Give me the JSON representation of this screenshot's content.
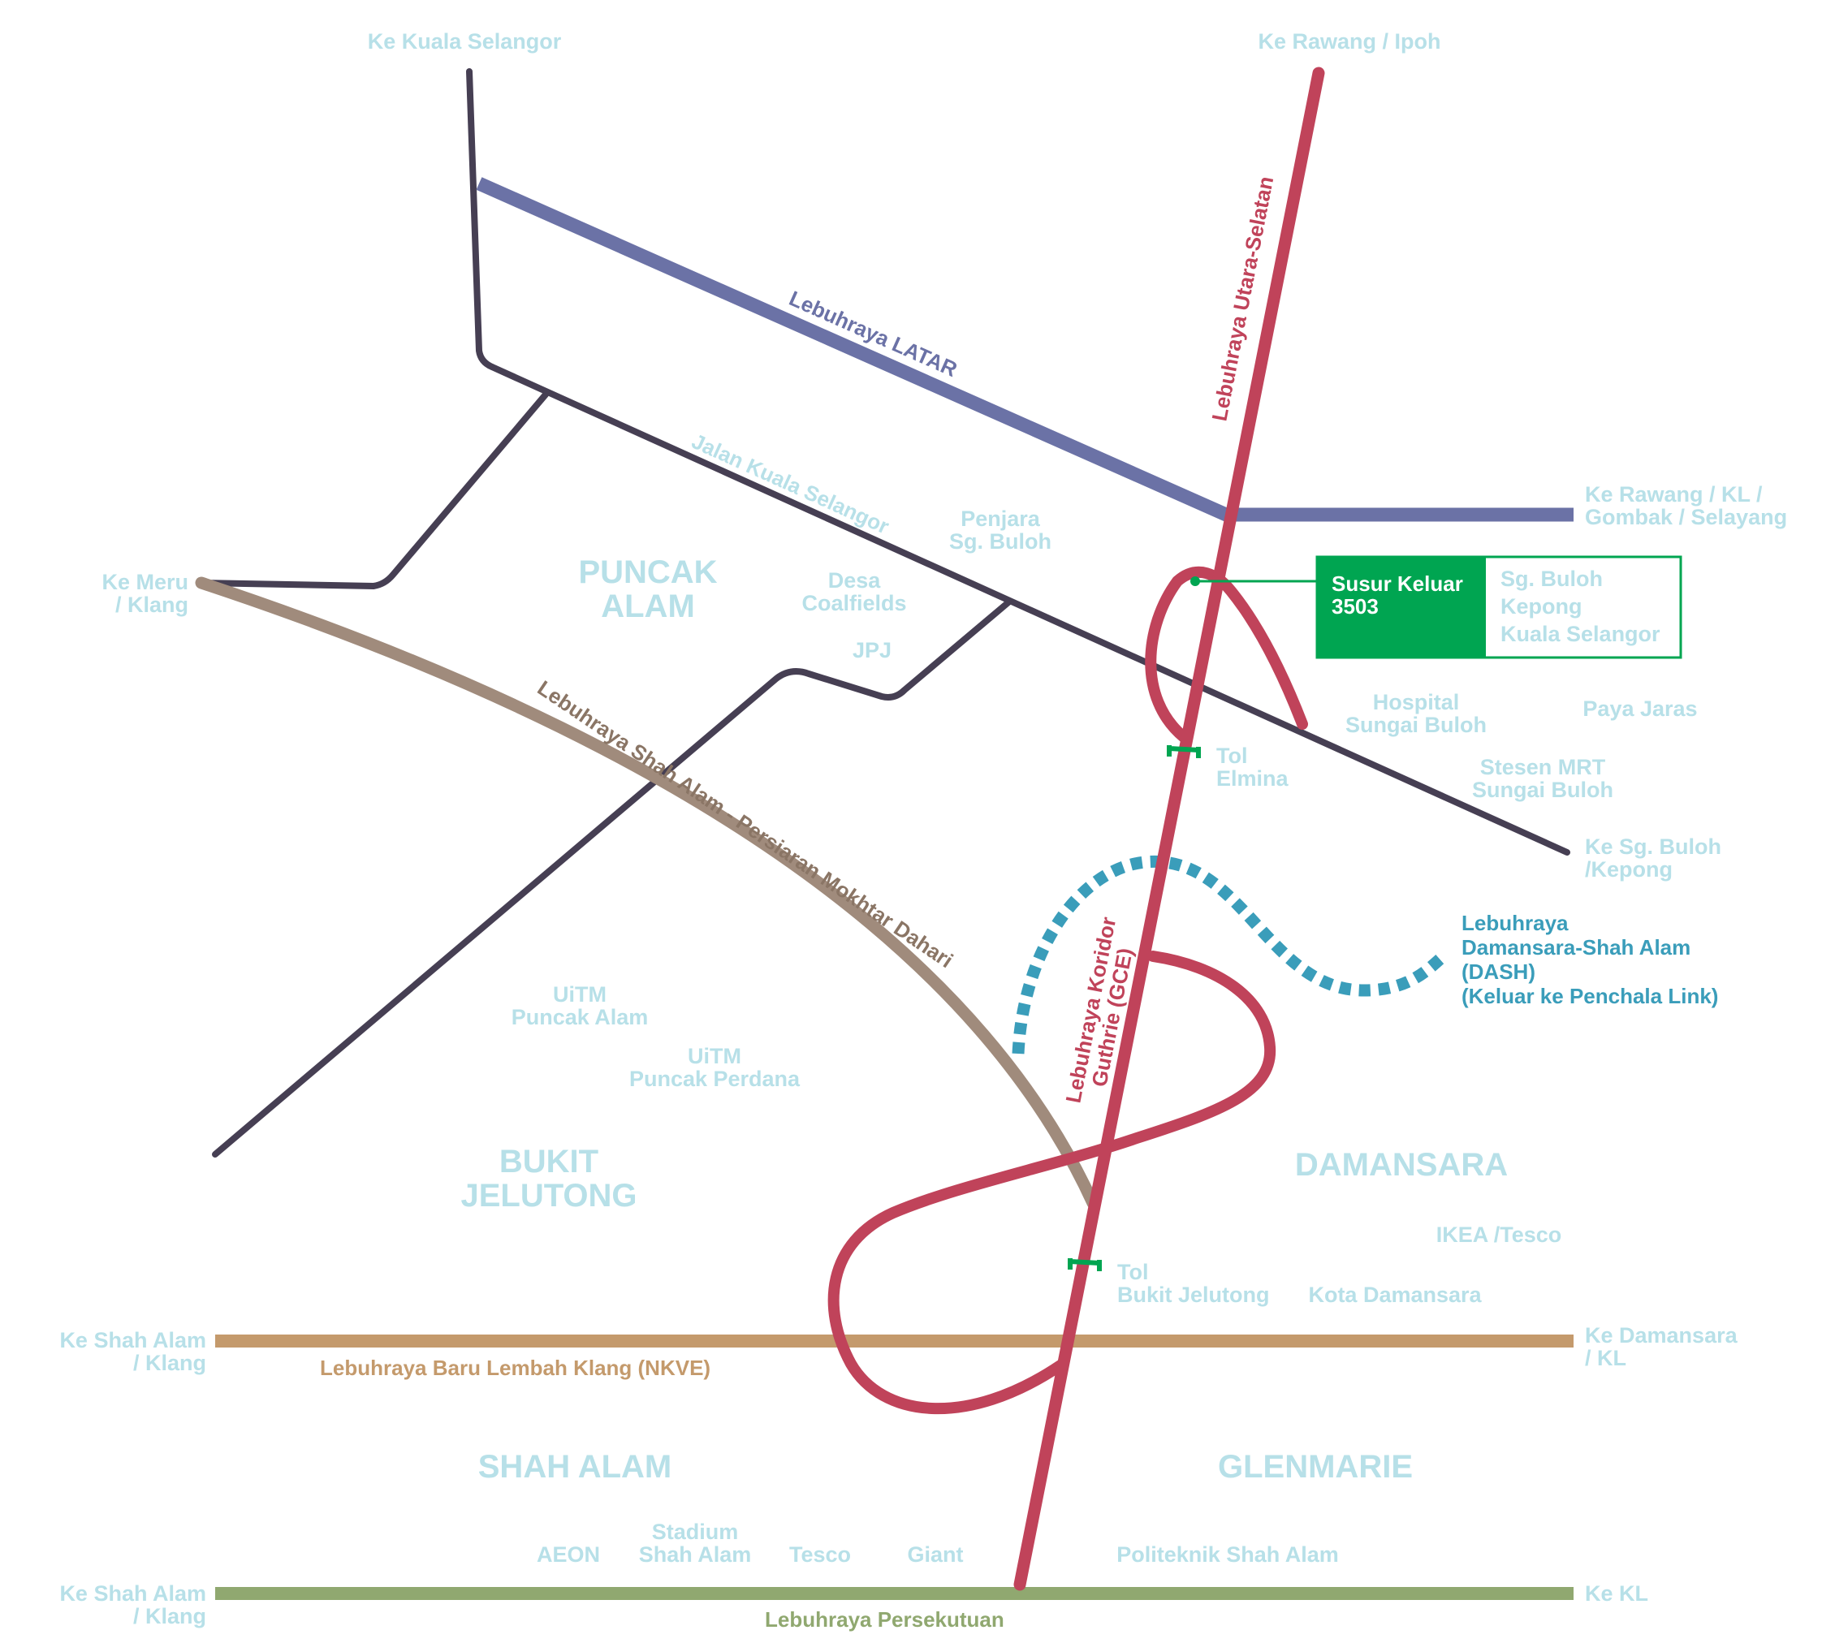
{
  "colors": {
    "utara_selatan": "#c0435a",
    "latar": "#6b72a6",
    "local_road": "#463f53",
    "shah_alam_highway": "#a08b7c",
    "nkve": "#c49a6c",
    "persekutuan": "#90a870",
    "dash": "#3a9dba",
    "exit_green": "#00a551",
    "place_label": "#b7e0e8"
  },
  "directions": {
    "kuala_selangor": "Ke Kuala Selangor",
    "rawang_ipoh": "Ke Rawang / Ipoh",
    "rawang_kl_1": "Ke Rawang / KL /",
    "rawang_kl_2": "Gombak / Selayang",
    "meru_1": "Ke Meru",
    "meru_2": "/ Klang",
    "sg_buloh_1": "Ke Sg. Buloh",
    "sg_buloh_2": "/Kepong",
    "shah_alam_nkve_1": "Ke Shah Alam",
    "shah_alam_nkve_2": "/ Klang",
    "damansara_1": "Ke Damansara",
    "damansara_2": "/ KL",
    "shah_alam_fed_1": "Ke Shah Alam",
    "shah_alam_fed_2": "/ Klang",
    "kl": "Ke KL"
  },
  "roads": {
    "latar": "Lebuhraya LATAR",
    "utara_selatan": "Lebuhraya Utara-Selatan",
    "jalan_kuala_selangor": "Jalan Kuala Selangor",
    "shah_alam_highway": "Lebuhraya Shah Alam - Persiaran Mokhtar Dahari",
    "gce_1": "Lebuhraya Koridor",
    "gce_2": "Guthrie (GCE)",
    "nkve": "Lebuhraya Baru Lembah Klang (NKVE)",
    "persekutuan": "Lebuhraya Persekutuan",
    "dash_1": "Lebuhraya",
    "dash_2": "Damansara-Shah Alam",
    "dash_3": "(DASH)",
    "dash_4": "(Keluar ke Penchala Link)"
  },
  "areas": {
    "puncak_alam_1": "PUNCAK",
    "puncak_alam_2": "ALAM",
    "bukit_jelutong_1": "BUKIT",
    "bukit_jelutong_2": "JELUTONG",
    "damansara": "DAMANSARA",
    "shah_alam": "SHAH ALAM",
    "glenmarie": "GLENMARIE"
  },
  "places": {
    "penjara_1": "Penjara",
    "penjara_2": "Sg. Buloh",
    "desa_1": "Desa",
    "desa_2": "Coalfields",
    "jpj": "JPJ",
    "hospital_1": "Hospital",
    "hospital_2": "Sungai Buloh",
    "paya_jaras": "Paya Jaras",
    "mrt_1": "Stesen MRT",
    "mrt_2": "Sungai Buloh",
    "uitm_pa_1": "UiTM",
    "uitm_pa_2": "Puncak Alam",
    "uitm_pp_1": "UiTM",
    "uitm_pp_2": "Puncak Perdana",
    "ikea": "IKEA /Tesco",
    "kota_damansara": "Kota Damansara",
    "aeon": "AEON",
    "stadium_1": "Stadium",
    "stadium_2": "Shah Alam",
    "tesco": "Tesco",
    "giant": "Giant",
    "politeknik": "Politeknik Shah Alam"
  },
  "tolls": {
    "elmina_1": "Tol",
    "elmina_2": "Elmina",
    "bukit_jelutong_1": "Tol",
    "bukit_jelutong_2": "Bukit Jelutong"
  },
  "exit": {
    "title_1": "Susur Keluar",
    "title_2": "3503",
    "destinations": [
      "Sg. Buloh",
      "Kepong",
      "Kuala Selangor"
    ]
  }
}
